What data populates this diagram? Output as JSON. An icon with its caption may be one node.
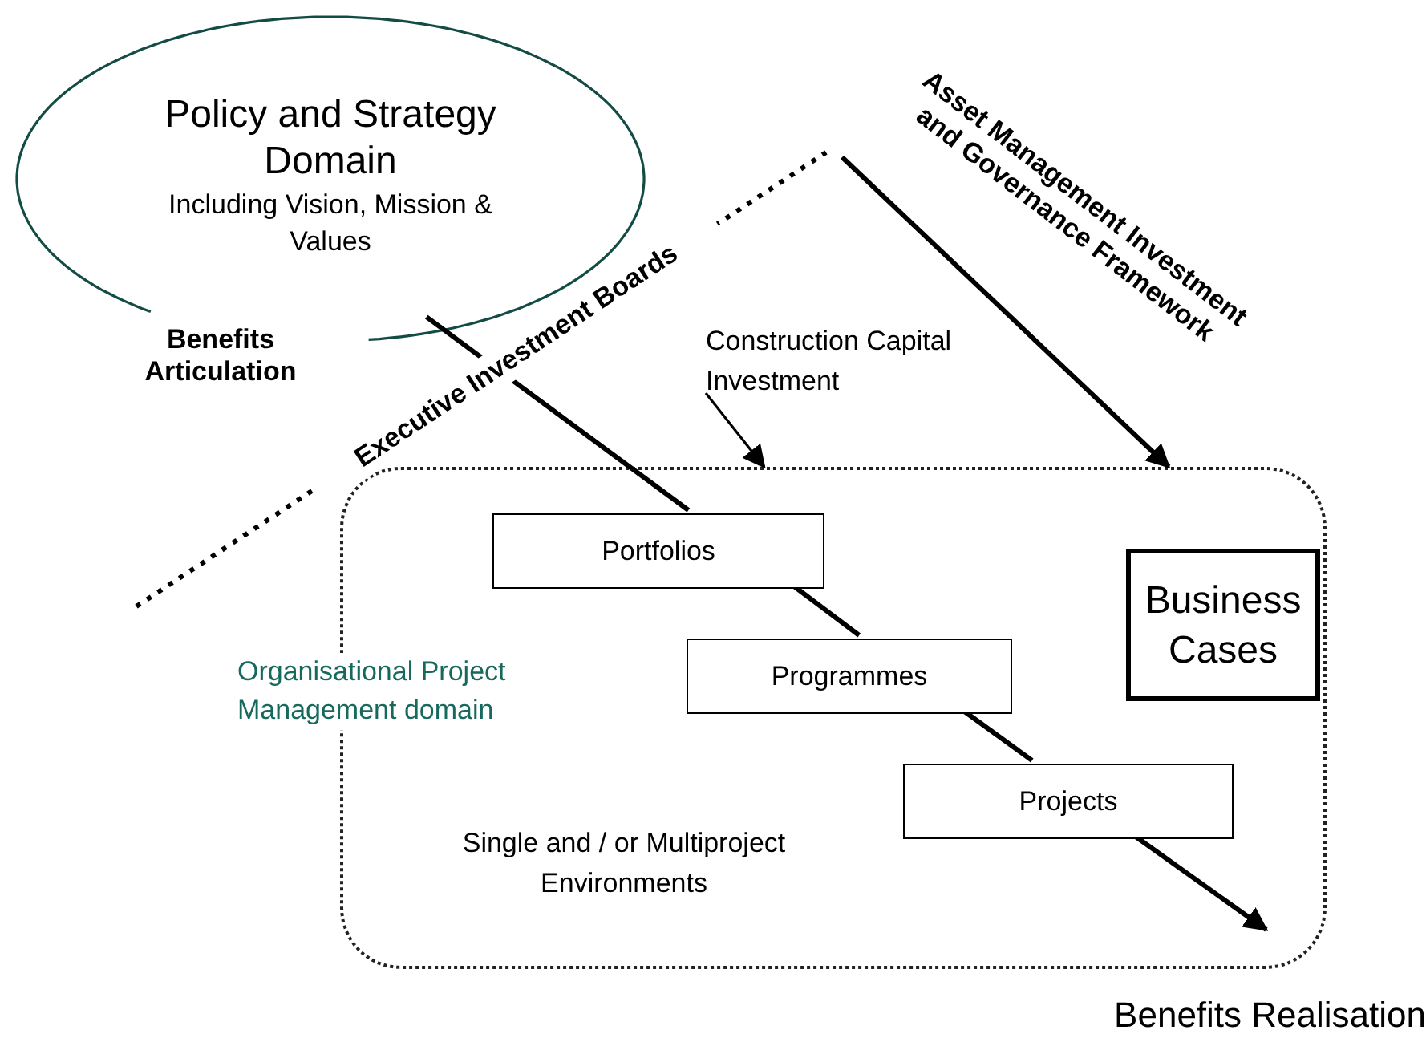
{
  "diagram": {
    "nodes": [
      {
        "text": [
          "Policy and Strategy Domain",
          "Including Vision, Mission & Values"
        ]
      },
      {
        "text": [
          "Construction Capital Investment"
        ]
      },
      {
        "text": [
          "Organisational Project Management domain",
          "Single and / or Multiproject Environments"
        ]
      },
      {
        "text": [
          "Portfolios"
        ],
        "in": 2
      },
      {
        "text": [
          "Business Cases"
        ],
        "in": 2
      },
      {
        "text": [
          "Programmes"
        ],
        "in": 2
      },
      {
        "text": [
          "Projects"
        ],
        "in": 2
      },
      {
        "text": [
          "Benefits Realisation"
        ]
      }
    ],
    "edges": [
      {
        "from": 0,
        "to": 3,
        "arrow": "none"
      },
      {
        "from": 3,
        "to": 5,
        "arrow": "none"
      },
      {
        "from": 5,
        "to": 6,
        "arrow": "none"
      },
      {
        "from": 6,
        "to": 7,
        "arrow": "to"
      },
      {
        "from": 1,
        "to": 2,
        "arrow": "to"
      },
      {
        "from": null,
        "to": 2,
        "arrow": "to"
      }
    ],
    "labels": [
      "Benefits Articulation",
      "Executive Investment Boards",
      "Asset Management Investment and Governance Framework"
    ]
  }
}
